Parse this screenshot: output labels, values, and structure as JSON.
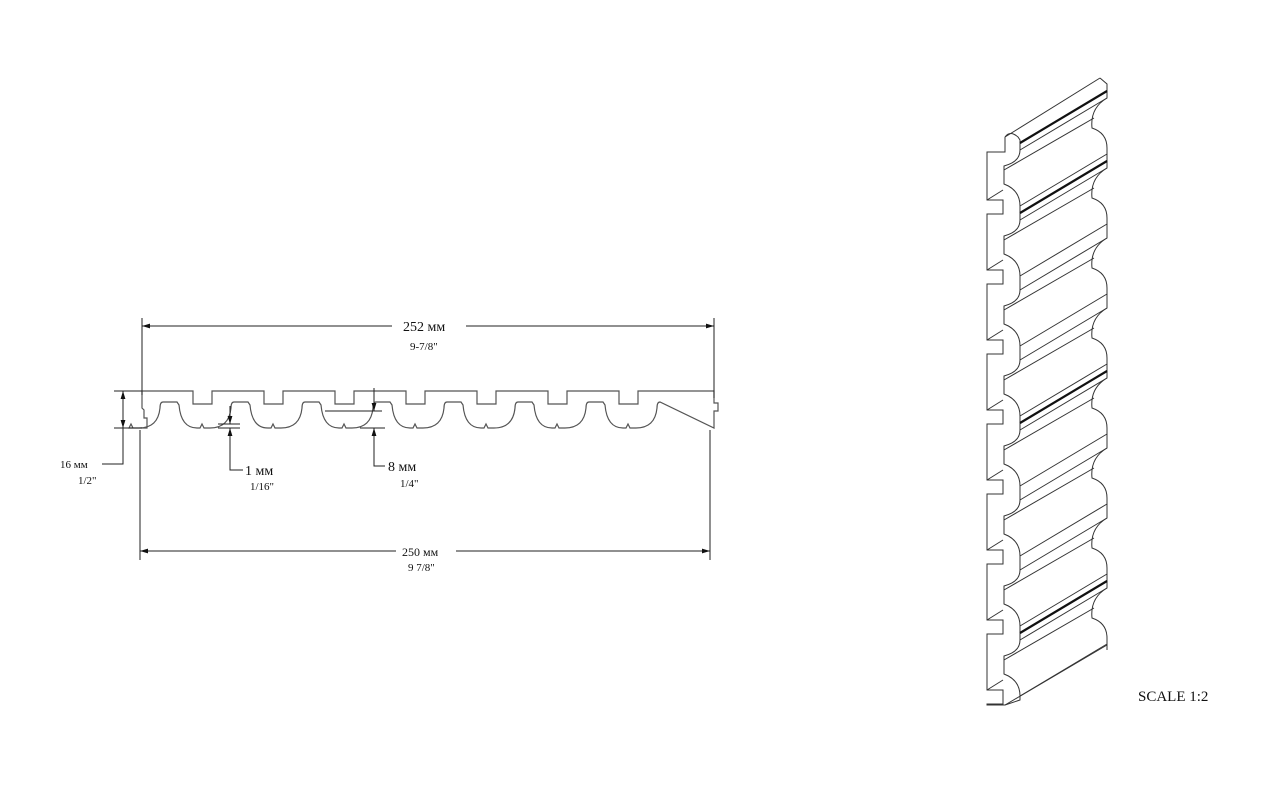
{
  "drawing": {
    "overall_width_top": {
      "metric": "252 мм",
      "imperial": "9-7/8\""
    },
    "overall_width_bottom": {
      "metric": "250 мм",
      "imperial": "9 7/8\""
    },
    "thickness": {
      "metric": "16 мм",
      "imperial": "1/2\""
    },
    "small_step": {
      "metric": "1 мм",
      "imperial": "1/16\""
    },
    "groove_depth": {
      "metric": "8 мм",
      "imperial": "1/4\""
    },
    "scale_label": "SCALE  1:2"
  },
  "colors": {
    "line": "#222222",
    "profile": "#555555",
    "background": "#ffffff"
  }
}
